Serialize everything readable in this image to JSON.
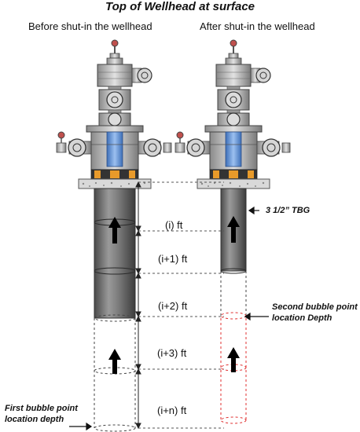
{
  "title": "Top of Wellhead at surface",
  "columns": {
    "before": "Before shut-in the wellhead",
    "after": "After shut-in the wellhead"
  },
  "intervals": [
    "(i) ft",
    "(i+1) ft",
    "(i+2) ft",
    "(i+3) ft",
    "(i+n) ft"
  ],
  "tubing_label": "3 1/2” TBG",
  "second_bubble": [
    "Second bubble point",
    "location Depth"
  ],
  "first_bubble": [
    "First bubble point",
    "location depth"
  ],
  "colors": {
    "tubing_dark": "#6e6e6e",
    "tubing_light": "#b9b9b9",
    "dashed_red": "#e03030",
    "valve_blue": "#5b8fd6",
    "valve_orange": "#e89a2a"
  }
}
